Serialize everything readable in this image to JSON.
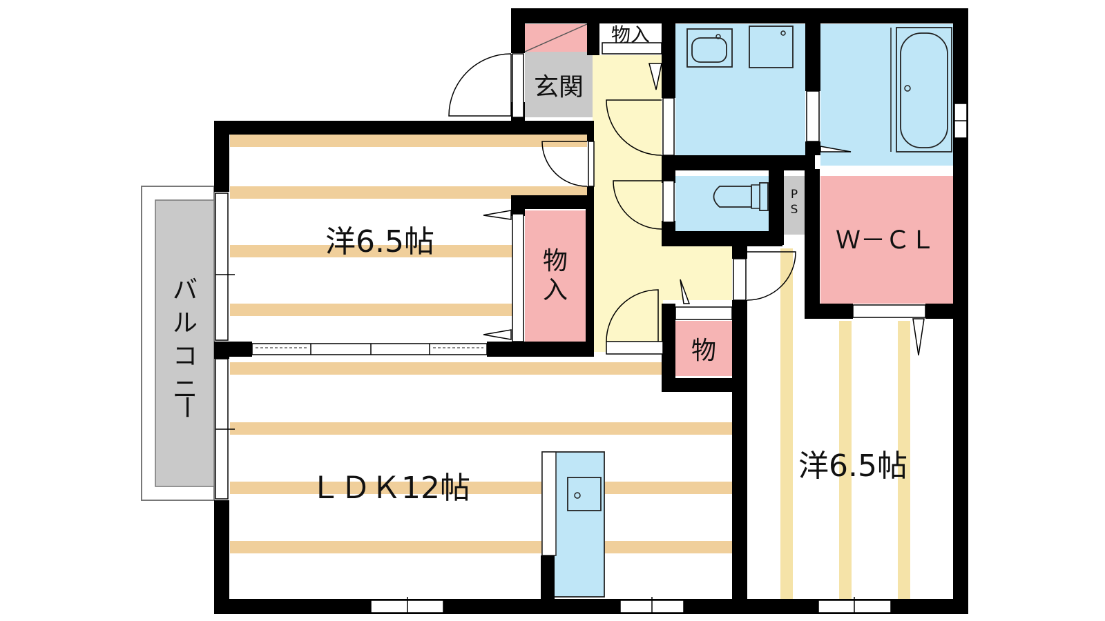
{
  "colors": {
    "wall": "#000000",
    "floor_stripe": "#f0cf9b",
    "floor_stripe_light": "#f5e3a8",
    "hall": "#fdf7c8",
    "wet_area": "#bfe6f7",
    "storage": "#f6b4b4",
    "entrance": "#c9c9c9",
    "balcony": "#c9c9c9"
  },
  "rooms": {
    "western_room_1": "洋6.5帖",
    "western_room_2": "洋6.5帖",
    "ldk": "ＬＤＫ12帖",
    "walk_in_closet": "Ｗ－ＣＬ",
    "storage_top": "物入",
    "storage_closet_line1": "物",
    "storage_closet_line2": "入",
    "storage_small": "物",
    "entrance": "玄関",
    "balcony": [
      "バ",
      "ル",
      "コ",
      "ニ",
      "ー"
    ],
    "pipe_space": [
      "P",
      "S"
    ]
  },
  "fixtures": {
    "washbasin": "washbasin-icon",
    "washing_machine": "washing-machine-pan-icon",
    "bathtub": "bathtub-icon",
    "toilet": "toilet-icon",
    "kitchen_sink": "kitchen-sink-icon"
  }
}
